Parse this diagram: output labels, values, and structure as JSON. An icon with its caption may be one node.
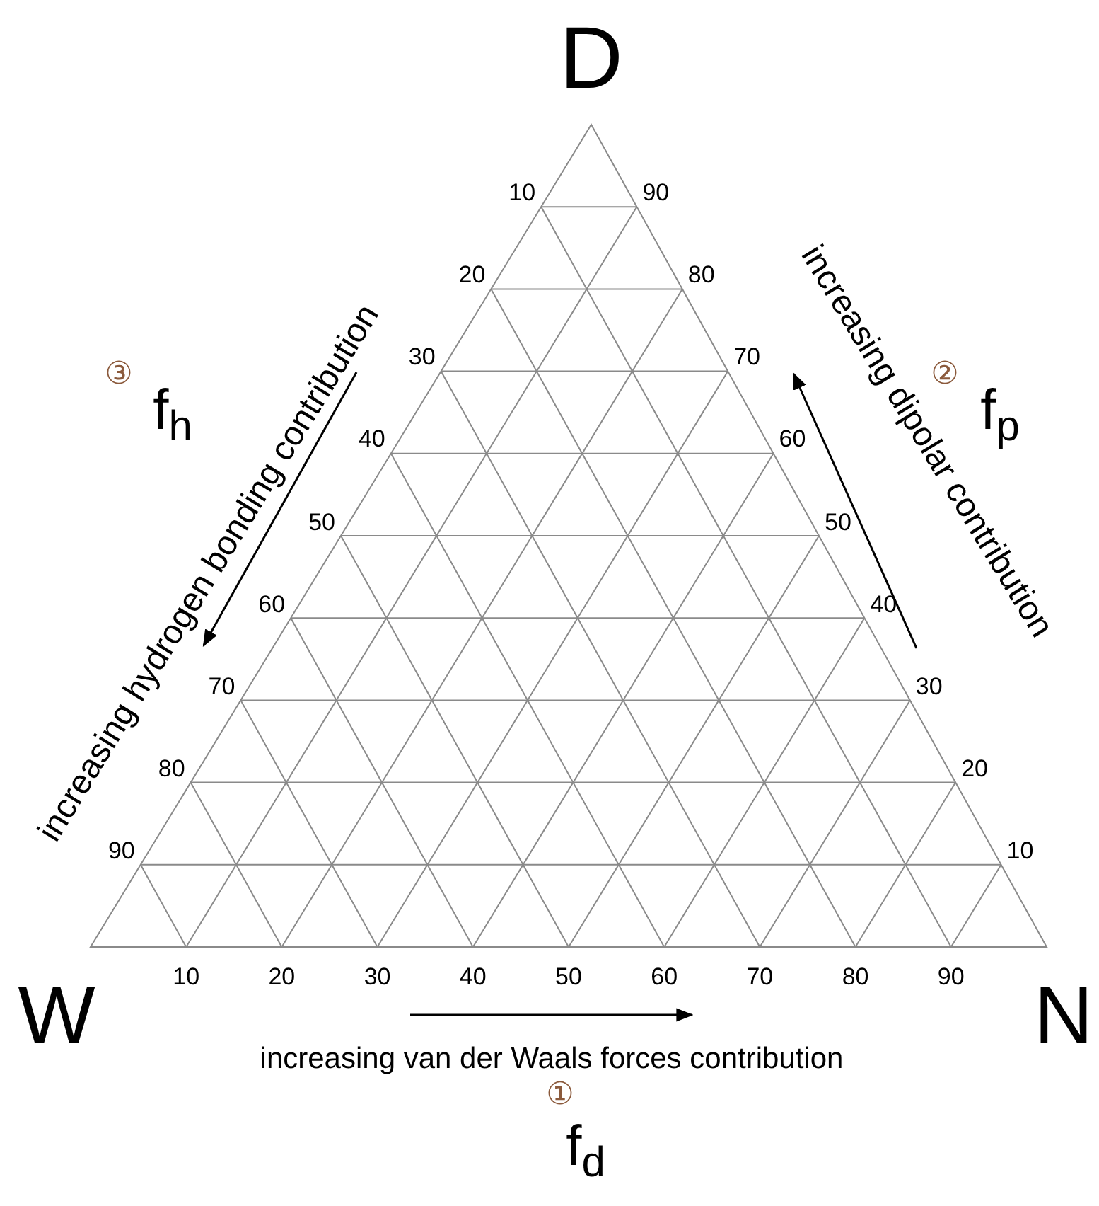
{
  "diagram": {
    "labels": [
      "D",
      "10",
      "90",
      "20",
      "80",
      "30",
      "70",
      "40",
      "60",
      "50",
      "50",
      "60",
      "40",
      "70",
      "30",
      "80",
      "20",
      "90",
      "10",
      "increasing hydrogen bonding contribution",
      "increasing dipolar contribution",
      "③",
      "f$_{h}$",
      "②",
      "f$_{p}$",
      "W",
      "10",
      "20",
      "30",
      "40",
      "50",
      "60",
      "70",
      "80",
      "90",
      "N",
      "increasing van der Waals forces contribution",
      "①",
      "f$_{d}$"
    ]
  }
}
